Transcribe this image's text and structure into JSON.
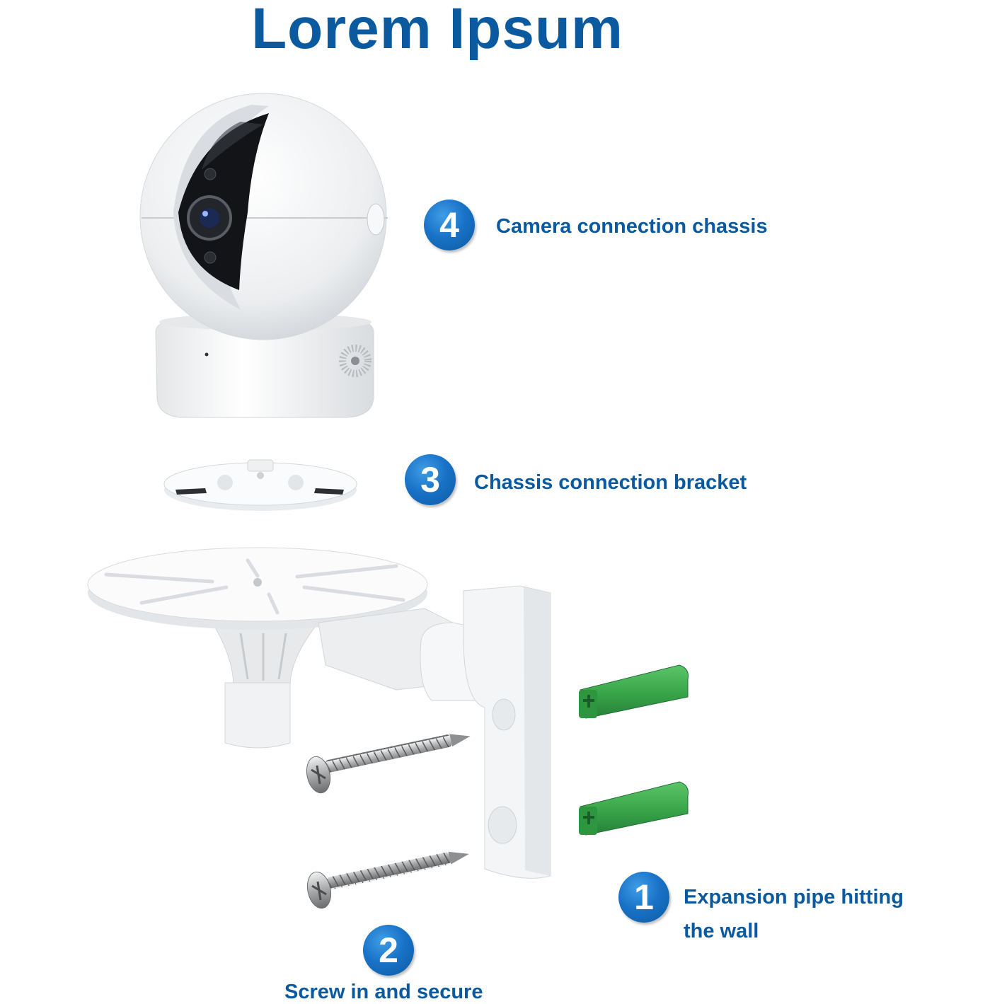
{
  "title": "Lorem Ipsum",
  "steps": [
    {
      "number": "4",
      "label": "Camera connection chassis"
    },
    {
      "number": "3",
      "label": "Chassis connection bracket"
    },
    {
      "number": "1",
      "label_line1": "Expansion pipe hitting",
      "label_line2": "the wall"
    },
    {
      "number": "2",
      "label": "Screw in and secure"
    }
  ],
  "colors": {
    "accent": "#0b5aa0",
    "anchor_green": "#3aa84a",
    "part_white": "#f2f4f6"
  }
}
